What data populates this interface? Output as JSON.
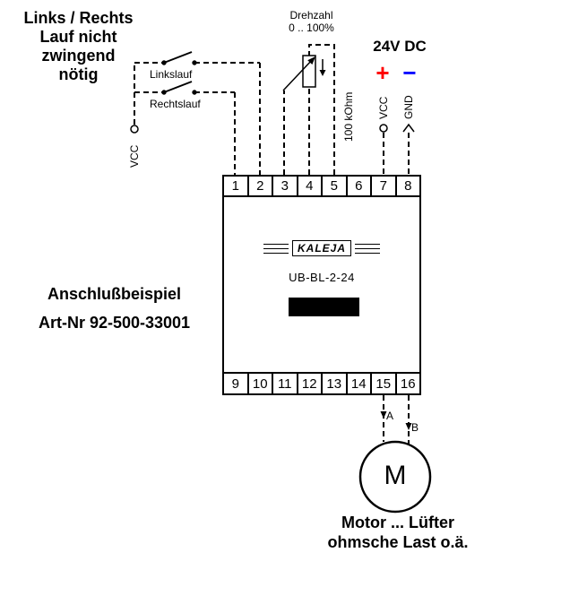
{
  "note_top_left": {
    "line1": "Links / Rechts",
    "line2": "Lauf nicht",
    "line3": "zwingend",
    "line4": "nötig"
  },
  "switch_area": {
    "vcc_label": "VCC",
    "linkslauf_label": "Linkslauf",
    "rechtslauf_label": "Rechtslauf"
  },
  "speed_control": {
    "label_line1": "Drehzahl",
    "label_line2": "0 .. 100%",
    "resistance_label": "100 kOhm"
  },
  "power_supply": {
    "title": "24V DC",
    "plus_symbol": "+",
    "minus_symbol": "−",
    "plus_color": "#ff0000",
    "minus_color": "#0000ff",
    "vcc_label": "VCC",
    "gnd_label": "GND"
  },
  "device": {
    "brand": "KALEJA",
    "model": "UB-BL-2-24",
    "top_terminals": [
      "1",
      "2",
      "3",
      "4",
      "5",
      "6",
      "7",
      "8"
    ],
    "bottom_terminals": [
      "9",
      "10",
      "11",
      "12",
      "13",
      "14",
      "15",
      "16"
    ]
  },
  "caption_left": {
    "line1": "Anschlußbeispiel",
    "line2": "Art-Nr 92-500-33001"
  },
  "motor": {
    "symbol": "M",
    "terminal_a_label": "A",
    "terminal_b_label": "B",
    "caption_line1": "Motor ... Lüfter",
    "caption_line2": "ohmsche Last o.ä."
  }
}
